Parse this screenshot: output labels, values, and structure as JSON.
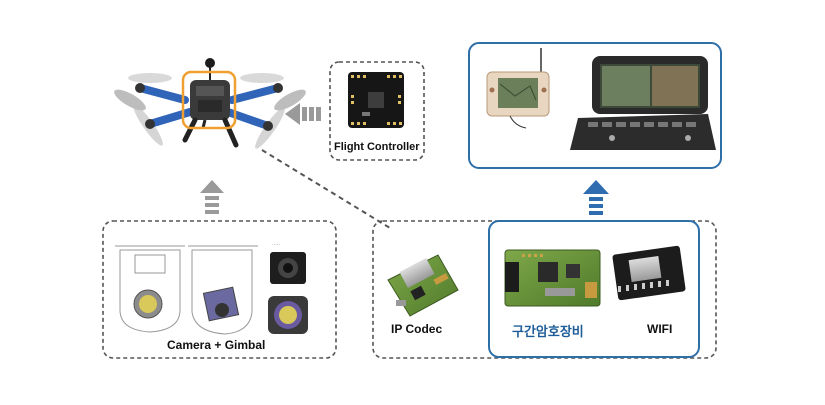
{
  "labels": {
    "flight_controller": "Flight Controller",
    "camera_gimbal": "Camera + Gimbal",
    "ip_codec": "IP Codec",
    "encryption": "구간암호장비",
    "wifi": "WIFI"
  },
  "colors": {
    "dashed_border": "#555555",
    "blue_border": "#2e6fa8",
    "highlight": "#f0a030",
    "gray_arrow": "#9a9a9a",
    "blue_arrow": "#2f6db0"
  },
  "icons": [
    "drone-icon",
    "flight-controller-board-icon",
    "handheld-controller-icon",
    "ground-station-laptop-icon",
    "camera-gimbal-drawing-icon",
    "ip-codec-board-icon",
    "encryption-board-icon",
    "wifi-module-icon"
  ]
}
